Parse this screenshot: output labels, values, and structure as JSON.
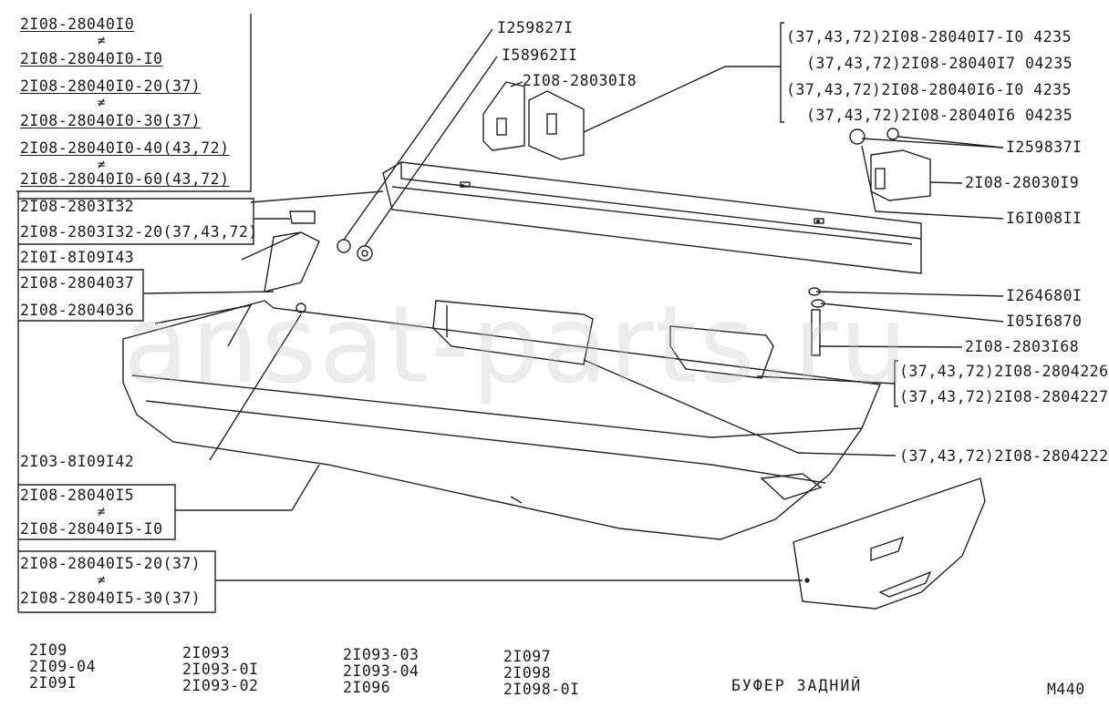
{
  "watermark": "ansat-parts.ru",
  "left_labels": {
    "mirror_group": [
      "2I08-28040I0",
      "2I08-28040I0-I0",
      "2I08-28040I0-20(37)",
      "2I08-28040I0-30(37)",
      "2I08-28040I0-40(43,72)",
      "2I08-28040I0-60(43,72)"
    ],
    "bracket_pair": [
      "2I08-2803I32",
      "2I08-2803I32-20(37,43,72)"
    ],
    "clip": "2I0I-8I09I43",
    "support_pair": [
      "2I08-2804037",
      "2I08-2804036"
    ],
    "clip2": "2I03-8I09I42",
    "bumper_pair": [
      "2I08-28040I5",
      "2I08-28040I5-I0"
    ],
    "bumper_end_pair": [
      "2I08-28040I5-20(37)",
      "2I08-28040I5-30(37)"
    ],
    "neq_symbol": "≠"
  },
  "top_labels": {
    "nut_1": "I259827I",
    "washer_1": "I58962II",
    "bracket": "2I08-28030I8"
  },
  "right_labels": {
    "trims": [
      "(37,43,72)2I08-28040I7-I0 4235",
      "(37,43,72)2I08-28040I7 04235",
      "(37,43,72)2I08-28040I6-I0 4235",
      "(37,43,72)2I08-28040I6 04235"
    ],
    "nut_2": "I259837I",
    "bracket_2": "2I08-28030I9",
    "washer_2": "I6I008II",
    "washer_3": "I264680I",
    "spring_washer": "I05I6870",
    "bolt": "2I08-2803I68",
    "corner_pads": [
      "(37,43,72)2I08-2804226",
      "(37,43,72)2I08-2804227"
    ],
    "center_pad": "(37,43,72)2I08-2804222"
  },
  "models": {
    "col1": [
      "2I09",
      "2I09-04",
      "2I09I"
    ],
    "col2": [
      "2I093",
      "2I093-0I",
      "2I093-02"
    ],
    "col3": [
      "2I093-03",
      "2I093-04",
      "2I096"
    ],
    "col4": [
      "2I097",
      "2I098",
      "2I098-0I"
    ]
  },
  "caption": "БУФЕР ЗАДНИЙ",
  "sheet_code": "M440"
}
